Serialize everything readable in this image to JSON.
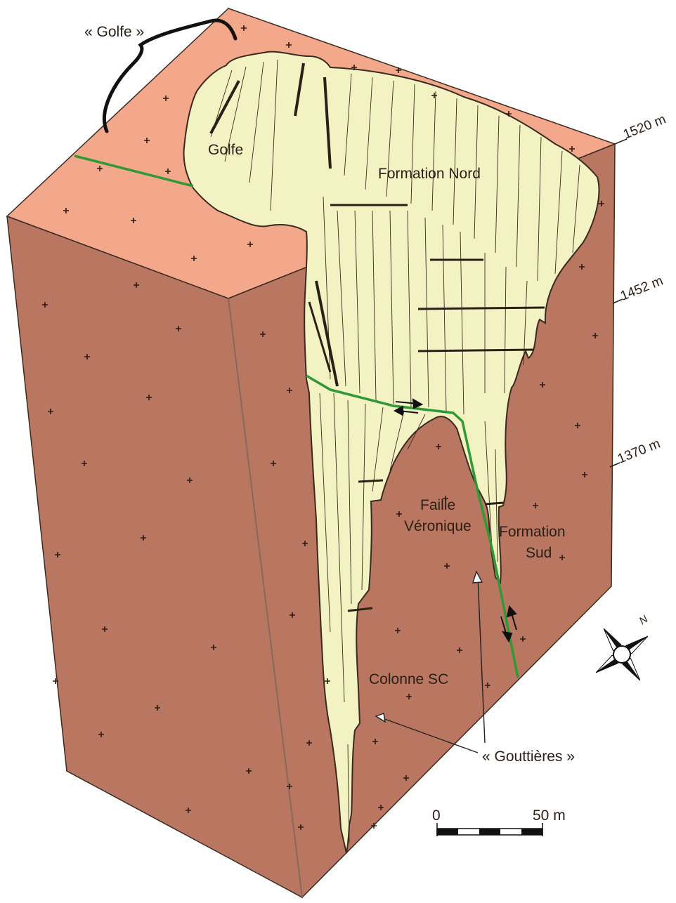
{
  "labels": {
    "golfe_quote": "« Golfe »",
    "golfe": "Golfe",
    "formation_nord": "Formation Nord",
    "faille_line1": "Faille",
    "faille_line2": "Véronique",
    "formation_sud_line1": "Formation",
    "formation_sud_line2": "Sud",
    "colonne_sc": "Colonne SC",
    "gouttieres": "« Gouttières »"
  },
  "elevations": [
    "1520 m",
    "1452 m",
    "1370 m"
  ],
  "scale_bar": {
    "start_label": "0",
    "end_label": "50 m",
    "length_m": 50
  },
  "compass": {
    "north_label": "N"
  },
  "colors": {
    "top_face": "#f3a88c",
    "left_face": "#b97761",
    "right_face": "#b97761",
    "cave": "#f2f2c2",
    "fault": "#2f9a35",
    "outline": "#3b2a20"
  }
}
